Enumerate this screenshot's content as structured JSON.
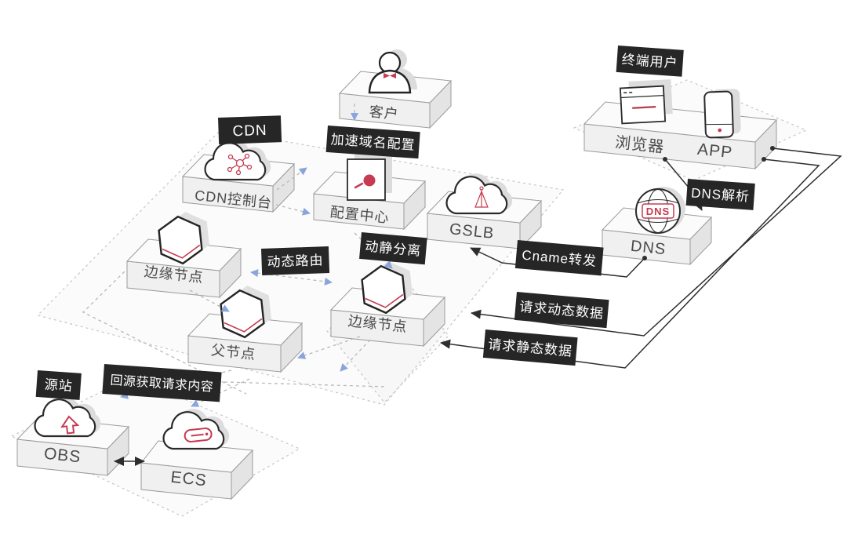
{
  "regions": {
    "cdn": {
      "label": "CDN"
    },
    "terminal_user": {
      "label": "终端用户"
    },
    "origin_site": {
      "label": "源站"
    }
  },
  "nodes": {
    "customer": {
      "label": "客户",
      "icon": "person-icon"
    },
    "browser": {
      "label": "浏览器",
      "icon": "browser-window-icon"
    },
    "app": {
      "label": "APP",
      "icon": "smartphone-icon"
    },
    "cdn_console": {
      "label": "CDN控制台",
      "icon": "cloud-network-icon"
    },
    "config_center": {
      "label": "配置中心",
      "icon": "document-config-icon"
    },
    "gslb": {
      "label": "GSLB",
      "icon": "cloud-scheduler-icon"
    },
    "dns": {
      "label": "DNS",
      "icon": "dns-globe-icon",
      "icon_text": "DNS"
    },
    "edge_node_left": {
      "label": "边缘节点",
      "icon": "hexagon-node-icon"
    },
    "edge_node_center": {
      "label": "边缘节点",
      "icon": "hexagon-node-icon"
    },
    "parent_node": {
      "label": "父节点",
      "icon": "hexagon-node-icon"
    },
    "obs": {
      "label": "OBS",
      "icon": "cloud-upload-icon"
    },
    "ecs": {
      "label": "ECS",
      "icon": "cloud-server-icon"
    }
  },
  "flows": {
    "accelerate_domain_config": {
      "label": "加速域名配置"
    },
    "dns_resolution": {
      "label": "DNS解析"
    },
    "cname_forwarding": {
      "label": "Cname转发"
    },
    "dynamic_static_separation": {
      "label": "动静分离"
    },
    "dynamic_routing": {
      "label": "动态路由"
    },
    "request_dynamic_data": {
      "label": "请求动态数据"
    },
    "request_static_data": {
      "label": "请求静态数据"
    },
    "origin_fetch_content": {
      "label": "回源获取请求内容"
    }
  },
  "colors": {
    "accent_red": "#c63b52",
    "label_background": "#262626",
    "label_text": "#ffffff",
    "solid_line": "#2e2e2e",
    "dashed_line": "#b8b8b8",
    "blue_arrow": "#8aa5dc",
    "platform_top": "#fbfbfb",
    "platform_front": "#f0f0f0",
    "node_text": "#4a4a4a"
  }
}
